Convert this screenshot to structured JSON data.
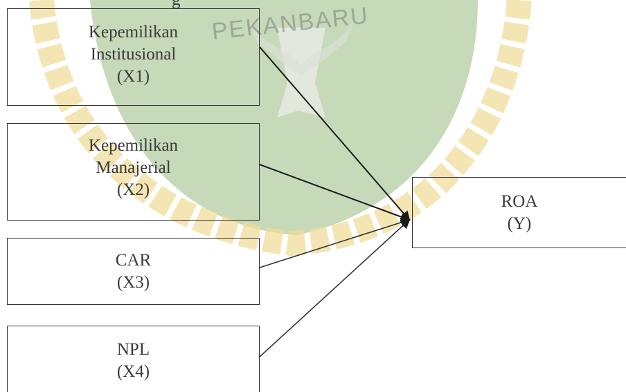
{
  "heading_fragment": "g",
  "watermark": {
    "text": "PEKANBARU",
    "green": "#6a9b48",
    "gold": "#e4c04a"
  },
  "nodes": {
    "x1": {
      "line1": "Kepemilikan",
      "line2": "Institusional",
      "line3": "(X1)"
    },
    "x2": {
      "line1": "Kepemilikan",
      "line2": "Manajerial",
      "line3": "(X2)"
    },
    "x3": {
      "line1": "CAR",
      "line2": "(X3)"
    },
    "x4": {
      "line1": "NPL",
      "line2": "(X4)"
    },
    "y": {
      "line1": "ROA",
      "line2": "(Y)"
    }
  },
  "edges": [
    {
      "from": "x1",
      "to": "y"
    },
    {
      "from": "x2",
      "to": "y"
    },
    {
      "from": "x3",
      "to": "y"
    },
    {
      "from": "x4",
      "to": "y"
    }
  ]
}
